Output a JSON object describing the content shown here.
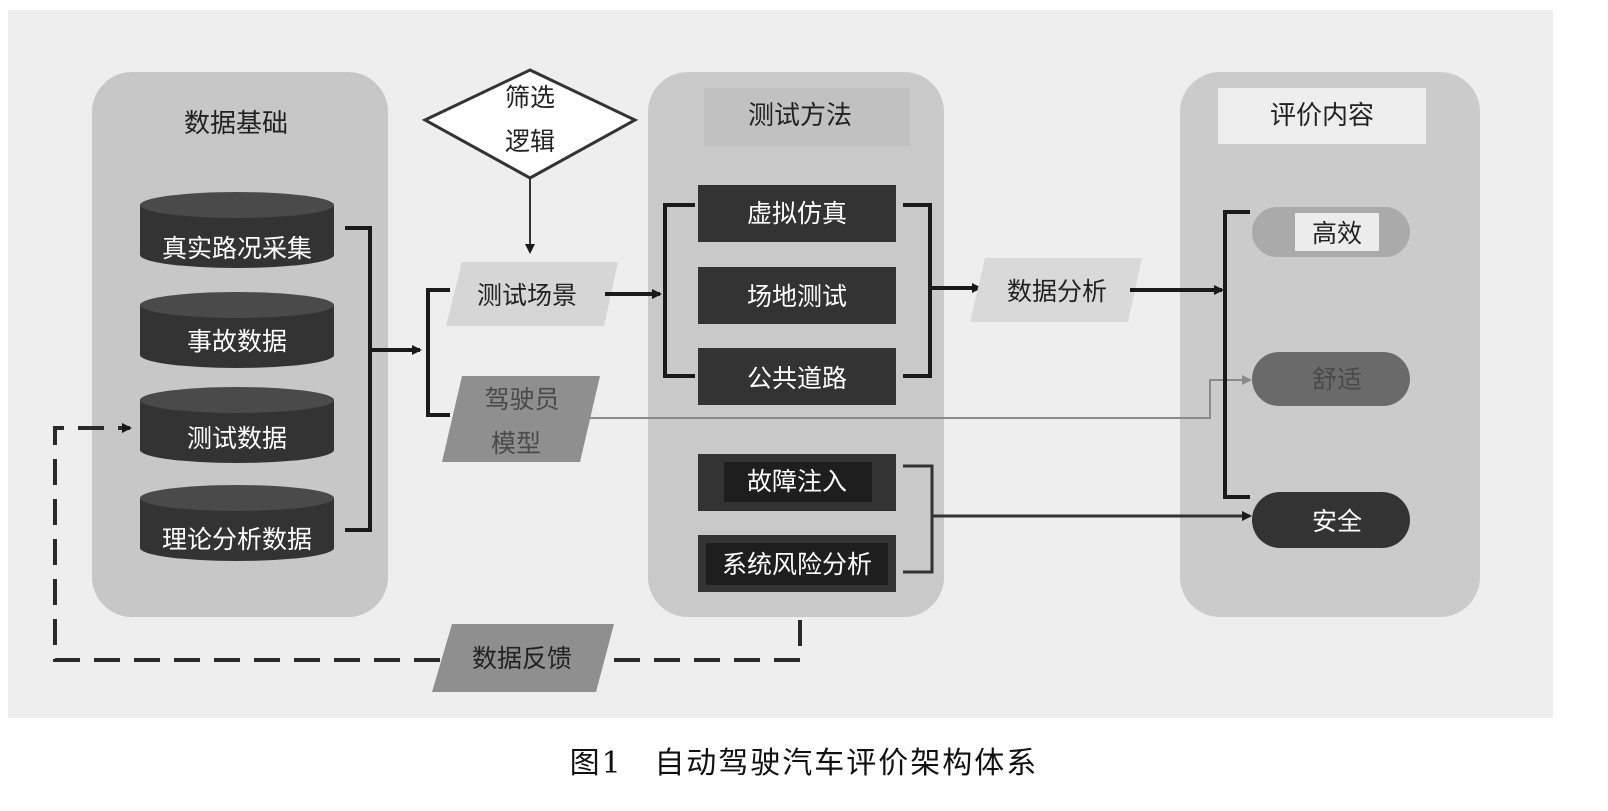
{
  "data_foundation": {
    "title": "数据基础",
    "items": [
      "真实路况采集",
      "事故数据",
      "测试数据",
      "理论分析数据"
    ]
  },
  "filter_logic": {
    "line1": "筛选",
    "line2": "逻辑"
  },
  "test_scenario": "测试场景",
  "driver_model": {
    "line1": "驾驶员",
    "line2": "模型"
  },
  "test_methods": {
    "title": "测试方法",
    "group1": [
      "虚拟仿真",
      "场地测试",
      "公共道路"
    ],
    "group2": [
      "故障注入",
      "系统风险分析"
    ]
  },
  "data_analysis": "数据分析",
  "evaluation": {
    "title": "评价内容",
    "items": [
      "高效",
      "舒适",
      "安全"
    ]
  },
  "data_feedback": "数据反馈",
  "caption": {
    "figure": "图1",
    "title": "自动驾驶汽车评价架构体系"
  }
}
